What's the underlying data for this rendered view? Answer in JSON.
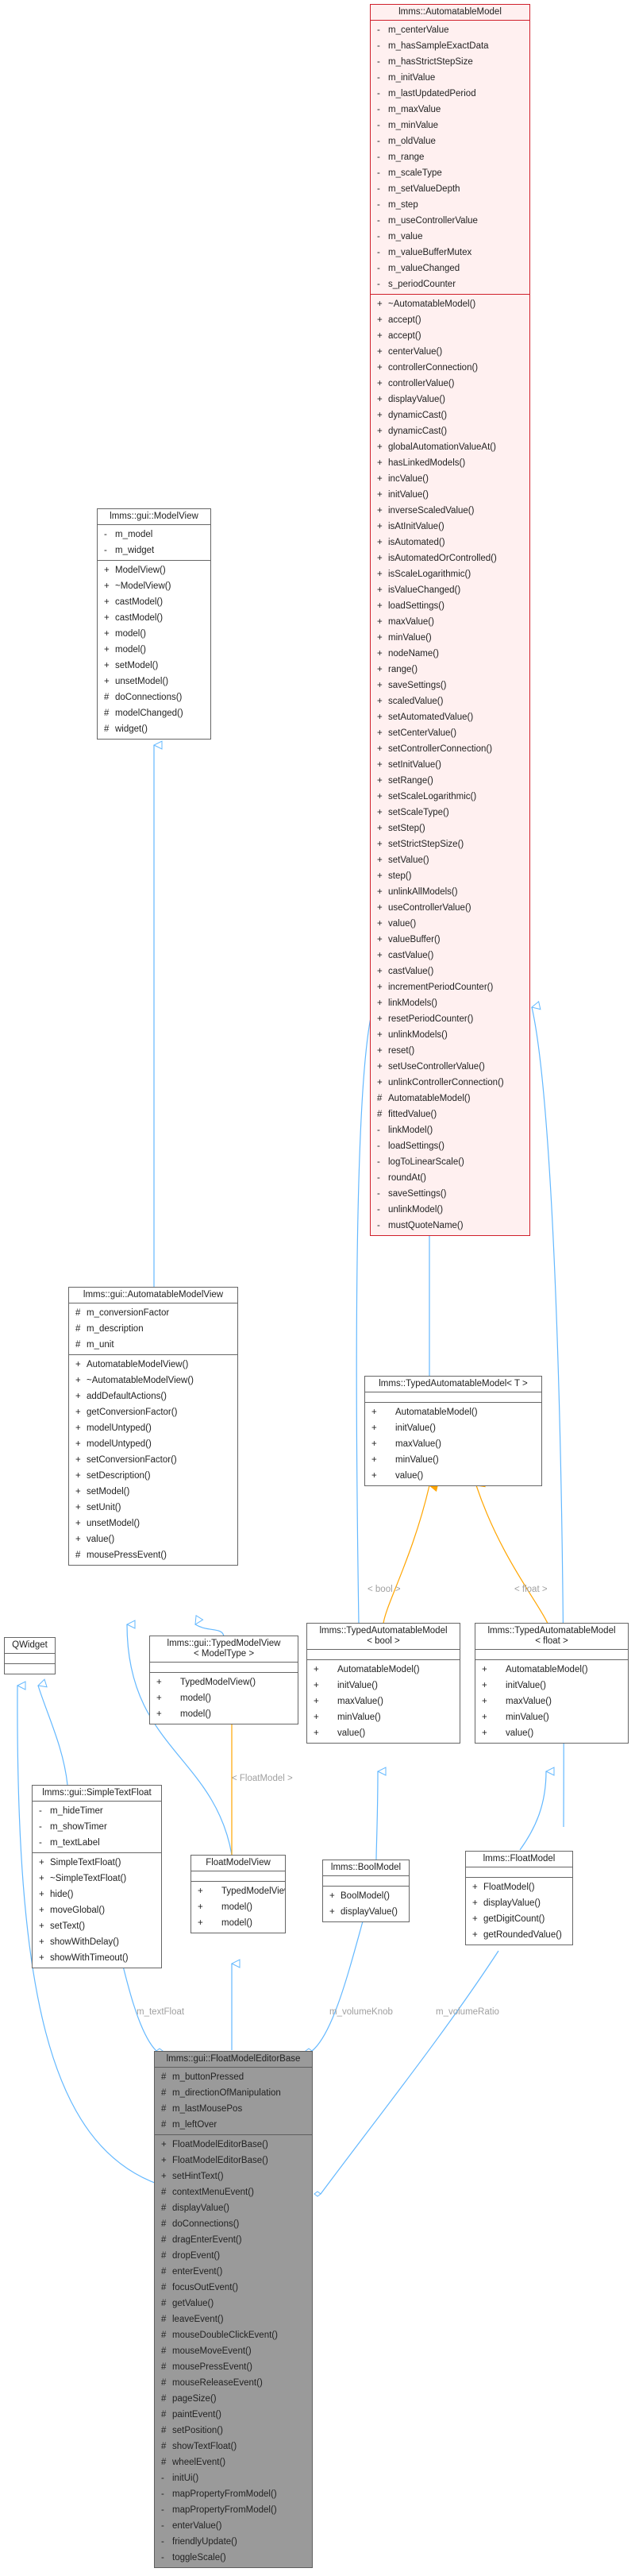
{
  "classes": {
    "automatable_model": {
      "title": "lmms::AutomatableModel",
      "attributes": [
        [
          "-",
          "m_centerValue"
        ],
        [
          "-",
          "m_hasSampleExactData"
        ],
        [
          "-",
          "m_hasStrictStepSize"
        ],
        [
          "-",
          "m_initValue"
        ],
        [
          "-",
          "m_lastUpdatedPeriod"
        ],
        [
          "-",
          "m_maxValue"
        ],
        [
          "-",
          "m_minValue"
        ],
        [
          "-",
          "m_oldValue"
        ],
        [
          "-",
          "m_range"
        ],
        [
          "-",
          "m_scaleType"
        ],
        [
          "-",
          "m_setValueDepth"
        ],
        [
          "-",
          "m_step"
        ],
        [
          "-",
          "m_useControllerValue"
        ],
        [
          "-",
          "m_value"
        ],
        [
          "-",
          "m_valueBufferMutex"
        ],
        [
          "-",
          "m_valueChanged"
        ],
        [
          "-",
          "s_periodCounter"
        ]
      ],
      "methods": [
        [
          "+",
          "~AutomatableModel()"
        ],
        [
          "+",
          "accept()"
        ],
        [
          "+",
          "accept()"
        ],
        [
          "+",
          "centerValue()"
        ],
        [
          "+",
          "controllerConnection()"
        ],
        [
          "+",
          "controllerValue()"
        ],
        [
          "+",
          "displayValue()"
        ],
        [
          "+",
          "dynamicCast()"
        ],
        [
          "+",
          "dynamicCast()"
        ],
        [
          "+",
          "globalAutomationValueAt()"
        ],
        [
          "+",
          "hasLinkedModels()"
        ],
        [
          "+",
          "incValue()"
        ],
        [
          "+",
          "initValue()"
        ],
        [
          "+",
          "inverseScaledValue()"
        ],
        [
          "+",
          "isAtInitValue()"
        ],
        [
          "+",
          "isAutomated()"
        ],
        [
          "+",
          "isAutomatedOrControlled()"
        ],
        [
          "+",
          "isScaleLogarithmic()"
        ],
        [
          "+",
          "isValueChanged()"
        ],
        [
          "+",
          "loadSettings()"
        ],
        [
          "+",
          "maxValue()"
        ],
        [
          "+",
          "minValue()"
        ],
        [
          "+",
          "nodeName()"
        ],
        [
          "+",
          "range()"
        ],
        [
          "+",
          "saveSettings()"
        ],
        [
          "+",
          "scaledValue()"
        ],
        [
          "+",
          "setAutomatedValue()"
        ],
        [
          "+",
          "setCenterValue()"
        ],
        [
          "+",
          "setControllerConnection()"
        ],
        [
          "+",
          "setInitValue()"
        ],
        [
          "+",
          "setRange()"
        ],
        [
          "+",
          "setScaleLogarithmic()"
        ],
        [
          "+",
          "setScaleType()"
        ],
        [
          "+",
          "setStep()"
        ],
        [
          "+",
          "setStrictStepSize()"
        ],
        [
          "+",
          "setValue()"
        ],
        [
          "+",
          "step()"
        ],
        [
          "+",
          "unlinkAllModels()"
        ],
        [
          "+",
          "useControllerValue()"
        ],
        [
          "+",
          "value()"
        ],
        [
          "+",
          "valueBuffer()"
        ],
        [
          "+",
          "castValue()"
        ],
        [
          "+",
          "castValue()"
        ],
        [
          "+",
          "incrementPeriodCounter()"
        ],
        [
          "+",
          "linkModels()"
        ],
        [
          "+",
          "resetPeriodCounter()"
        ],
        [
          "+",
          "unlinkModels()"
        ],
        [
          "+",
          "reset()"
        ],
        [
          "+",
          "setUseControllerValue()"
        ],
        [
          "+",
          "unlinkControllerConnection()"
        ],
        [
          "#",
          "AutomatableModel()"
        ],
        [
          "#",
          "fittedValue()"
        ],
        [
          "-",
          "linkModel()"
        ],
        [
          "-",
          "loadSettings()"
        ],
        [
          "-",
          "logToLinearScale()"
        ],
        [
          "-",
          "roundAt()"
        ],
        [
          "-",
          "saveSettings()"
        ],
        [
          "-",
          "unlinkModel()"
        ],
        [
          "-",
          "mustQuoteName()"
        ]
      ]
    },
    "model_view": {
      "title": "lmms::gui::ModelView",
      "attributes": [
        [
          "-",
          "m_model"
        ],
        [
          "-",
          "m_widget"
        ]
      ],
      "methods": [
        [
          "+",
          "ModelView()"
        ],
        [
          "+",
          "~ModelView()"
        ],
        [
          "+",
          "castModel()"
        ],
        [
          "+",
          "castModel()"
        ],
        [
          "+",
          "model()"
        ],
        [
          "+",
          "model()"
        ],
        [
          "+",
          "setModel()"
        ],
        [
          "+",
          "unsetModel()"
        ],
        [
          "#",
          "doConnections()"
        ],
        [
          "#",
          "modelChanged()"
        ],
        [
          "#",
          "widget()"
        ]
      ]
    },
    "automatable_model_view": {
      "title": "lmms::gui::AutomatableModelView",
      "attributes": [
        [
          "#",
          "m_conversionFactor"
        ],
        [
          "#",
          "m_description"
        ],
        [
          "#",
          "m_unit"
        ]
      ],
      "methods": [
        [
          "+",
          "AutomatableModelView()"
        ],
        [
          "+",
          "~AutomatableModelView()"
        ],
        [
          "+",
          "addDefaultActions()"
        ],
        [
          "+",
          "getConversionFactor()"
        ],
        [
          "+",
          "modelUntyped()"
        ],
        [
          "+",
          "modelUntyped()"
        ],
        [
          "+",
          "setConversionFactor()"
        ],
        [
          "+",
          "setDescription()"
        ],
        [
          "+",
          "setModel()"
        ],
        [
          "+",
          "setUnit()"
        ],
        [
          "+",
          "unsetModel()"
        ],
        [
          "+",
          "value()"
        ],
        [
          "#",
          "mousePressEvent()"
        ]
      ]
    },
    "typed_automatable_model_t": {
      "title": "lmms::TypedAutomatableModel< T >",
      "attributes": [],
      "methods": [
        [
          "+",
          "AutomatableModel()"
        ],
        [
          "+",
          "initValue()"
        ],
        [
          "+",
          "maxValue()"
        ],
        [
          "+",
          "minValue()"
        ],
        [
          "+",
          "value()"
        ]
      ]
    },
    "qwidget": {
      "title": "QWidget",
      "attributes": [],
      "methods": []
    },
    "typed_model_view": {
      "title": "lmms::gui::TypedModelView\n< ModelType >",
      "attributes": [],
      "methods": [
        [
          "+",
          "TypedModelView()"
        ],
        [
          "+",
          "model()"
        ],
        [
          "+",
          "model()"
        ]
      ]
    },
    "typed_automatable_model_bool": {
      "title": "lmms::TypedAutomatableModel\n< bool >",
      "attributes": [],
      "methods": [
        [
          "+",
          "AutomatableModel()"
        ],
        [
          "+",
          "initValue()"
        ],
        [
          "+",
          "maxValue()"
        ],
        [
          "+",
          "minValue()"
        ],
        [
          "+",
          "value()"
        ]
      ]
    },
    "typed_automatable_model_float": {
      "title": "lmms::TypedAutomatableModel\n< float >",
      "attributes": [],
      "methods": [
        [
          "+",
          "AutomatableModel()"
        ],
        [
          "+",
          "initValue()"
        ],
        [
          "+",
          "maxValue()"
        ],
        [
          "+",
          "minValue()"
        ],
        [
          "+",
          "value()"
        ]
      ]
    },
    "simple_text_float": {
      "title": "lmms::gui::SimpleTextFloat",
      "attributes": [
        [
          "-",
          "m_hideTimer"
        ],
        [
          "-",
          "m_showTimer"
        ],
        [
          "-",
          "m_textLabel"
        ]
      ],
      "methods": [
        [
          "+",
          "SimpleTextFloat()"
        ],
        [
          "+",
          "~SimpleTextFloat()"
        ],
        [
          "+",
          "hide()"
        ],
        [
          "+",
          "moveGlobal()"
        ],
        [
          "+",
          "setText()"
        ],
        [
          "+",
          "showWithDelay()"
        ],
        [
          "+",
          "showWithTimeout()"
        ]
      ]
    },
    "float_model_view": {
      "title": "FloatModelView",
      "attributes": [],
      "methods": [
        [
          "+",
          "TypedModelView()"
        ],
        [
          "+",
          "model()"
        ],
        [
          "+",
          "model()"
        ]
      ]
    },
    "bool_model": {
      "title": "lmms::BoolModel",
      "attributes": [],
      "methods": [
        [
          "+",
          "BoolModel()"
        ],
        [
          "+",
          "displayValue()"
        ]
      ]
    },
    "float_model": {
      "title": "lmms::FloatModel",
      "attributes": [],
      "methods": [
        [
          "+",
          "FloatModel()"
        ],
        [
          "+",
          "displayValue()"
        ],
        [
          "+",
          "getDigitCount()"
        ],
        [
          "+",
          "getRoundedValue()"
        ]
      ]
    },
    "float_model_editor_base": {
      "title": "lmms::gui::FloatModelEditorBase",
      "attributes": [
        [
          "#",
          "m_buttonPressed"
        ],
        [
          "#",
          "m_directionOfManipulation"
        ],
        [
          "#",
          "m_lastMousePos"
        ],
        [
          "#",
          "m_leftOver"
        ]
      ],
      "methods": [
        [
          "+",
          "FloatModelEditorBase()"
        ],
        [
          "+",
          "FloatModelEditorBase()"
        ],
        [
          "+",
          "setHintText()"
        ],
        [
          "#",
          "contextMenuEvent()"
        ],
        [
          "#",
          "displayValue()"
        ],
        [
          "#",
          "doConnections()"
        ],
        [
          "#",
          "dragEnterEvent()"
        ],
        [
          "#",
          "dropEvent()"
        ],
        [
          "#",
          "enterEvent()"
        ],
        [
          "#",
          "focusOutEvent()"
        ],
        [
          "#",
          "getValue()"
        ],
        [
          "#",
          "leaveEvent()"
        ],
        [
          "#",
          "mouseDoubleClickEvent()"
        ],
        [
          "#",
          "mouseMoveEvent()"
        ],
        [
          "#",
          "mousePressEvent()"
        ],
        [
          "#",
          "mouseReleaseEvent()"
        ],
        [
          "#",
          "pageSize()"
        ],
        [
          "#",
          "paintEvent()"
        ],
        [
          "#",
          "setPosition()"
        ],
        [
          "#",
          "showTextFloat()"
        ],
        [
          "#",
          "wheelEvent()"
        ],
        [
          "-",
          "initUi()"
        ],
        [
          "-",
          "mapPropertyFromModel()"
        ],
        [
          "-",
          "mapPropertyFromModel()"
        ],
        [
          "-",
          "enterValue()"
        ],
        [
          "-",
          "friendlyUpdate()"
        ],
        [
          "-",
          "toggleScale()"
        ]
      ]
    }
  },
  "edge_labels": {
    "bool": "< bool >",
    "float": "< float >",
    "float_model": "< FloatModel >",
    "text_float": "m_textFloat",
    "volume_knob": "m_volumeKnob",
    "volume_ratio": "m_volumeRatio"
  },
  "colors": {
    "inheritance": "#63b8ff",
    "template": "#ffa500",
    "border": "#666666",
    "highlight_border": "#d01f2b",
    "highlight_fill": "#fff0f0",
    "focus_fill": "#9a9a9a"
  }
}
